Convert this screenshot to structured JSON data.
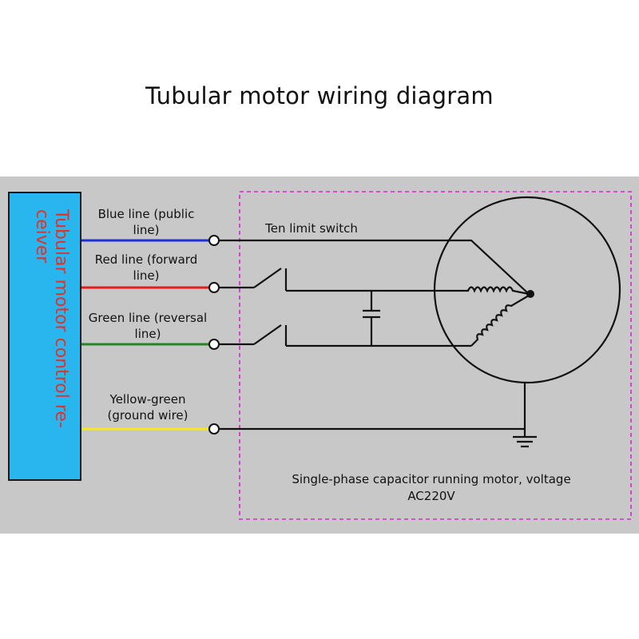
{
  "title": "Tubular motor wiring diagram",
  "receiver": {
    "label": "Tubular motor control re-\nceiver",
    "color": "#29b6ef",
    "text_color": "#e0322b"
  },
  "wires": [
    {
      "label": "Blue line (public\nline)",
      "color": "#1f2fd8"
    },
    {
      "label": "Red line (forward\nline)",
      "color": "#e21b1b"
    },
    {
      "label": "Green line (reversal\nline)",
      "color": "#1e8a1e"
    },
    {
      "label": "Yellow-green\n(ground wire)",
      "color": "#f2e81e"
    }
  ],
  "limit_switch_label": "Ten limit switch",
  "motor_caption": "Single-phase capacitor running motor, voltage\nAC220V",
  "colors": {
    "panel": "#c8c8c8",
    "dashed_border": "#e020d8"
  }
}
